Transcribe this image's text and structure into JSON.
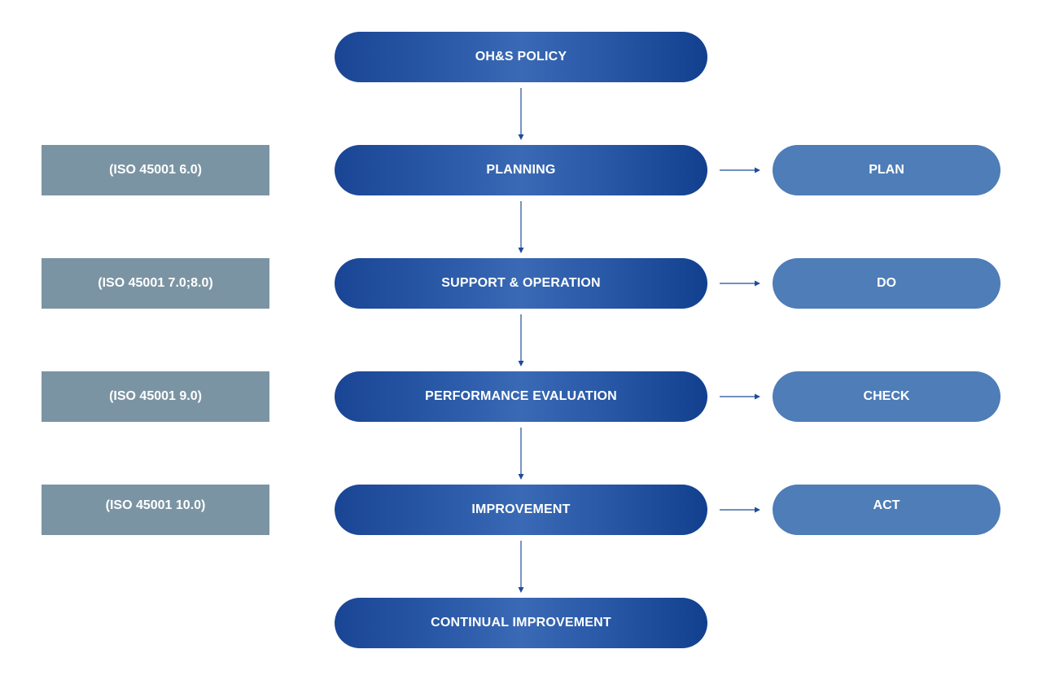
{
  "flow": {
    "policy": "OH&S POLICY",
    "planning": "PLANNING",
    "support": "SUPPORT & OPERATION",
    "performance": "PERFORMANCE EVALUATION",
    "improvement": "IMPROVEMENT",
    "continual": "CONTINUAL IMPROVEMENT"
  },
  "iso_refs": {
    "planning": "(ISO 45001 6.0)",
    "support": "(ISO 45001 7.0;8.0)",
    "performance": "(ISO 45001 9.0)",
    "improvement": "(ISO 45001 10.0)"
  },
  "pdca": {
    "plan": "PLAN",
    "do": "DO",
    "check": "CHECK",
    "act": "ACT"
  },
  "colors": {
    "main_step_blue": "#1a4595",
    "pdca_blue": "#4e7db8",
    "iso_ref_gray": "#7b94a3",
    "connector": "#1f4b99"
  }
}
